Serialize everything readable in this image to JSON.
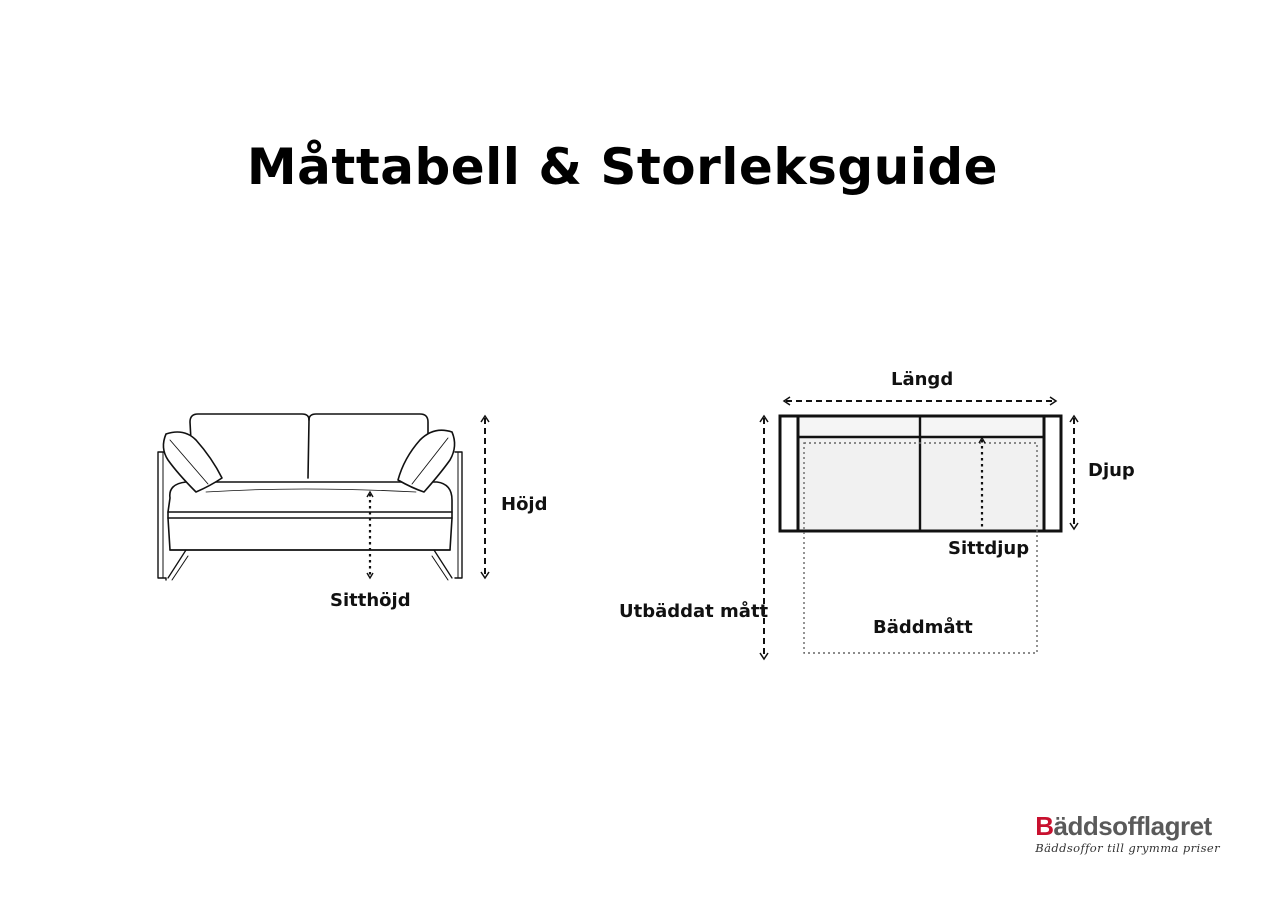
{
  "title": "Måttabell & Storleksguide",
  "side_view": {
    "height_label": "Höjd",
    "seat_height_label": "Sitthöjd"
  },
  "top_view": {
    "length_label": "Längd",
    "depth_label": "Djup",
    "seat_depth_label": "Sittdjup",
    "unfolded_label": "Utbäddat mått",
    "bed_size_label": "Bäddmått"
  },
  "brand": {
    "name_first": "B",
    "name_rest": "äddsofflagret",
    "tagline": "Bäddsoffor till grymma priser",
    "accent_color": "#c8102e",
    "text_color": "#5a5a5a"
  }
}
